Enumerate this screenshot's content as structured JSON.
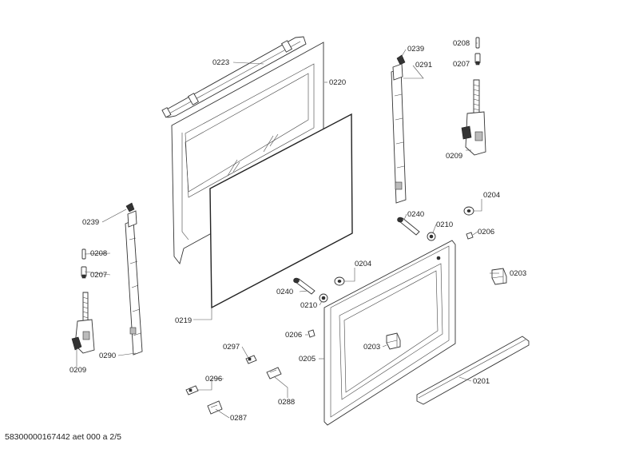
{
  "labels": {
    "p0223": "0223",
    "p0220": "0220",
    "p0219": "0219",
    "p0239_left": "0239",
    "p0208_left": "0208",
    "p0207_left": "0207",
    "p0209_left": "0209",
    "p0290": "0290",
    "p0239_right": "0239",
    "p0291": "0291",
    "p0208_right": "0208",
    "p0207_right": "0207",
    "p0209_right": "0209",
    "p0204_right": "0204",
    "p0240_right": "0240",
    "p0210_right": "0210",
    "p0206_right": "0206",
    "p0204_mid": "0204",
    "p0240_mid": "0240",
    "p0210_mid": "0210",
    "p0203_right": "0203",
    "p0206_mid": "0206",
    "p0203_mid": "0203",
    "p0205": "0205",
    "p0297": "0297",
    "p0296": "0296",
    "p0288": "0288",
    "p0287": "0287",
    "p0201": "0201"
  },
  "footer": "58300000167442 aet 000 a 2/5"
}
